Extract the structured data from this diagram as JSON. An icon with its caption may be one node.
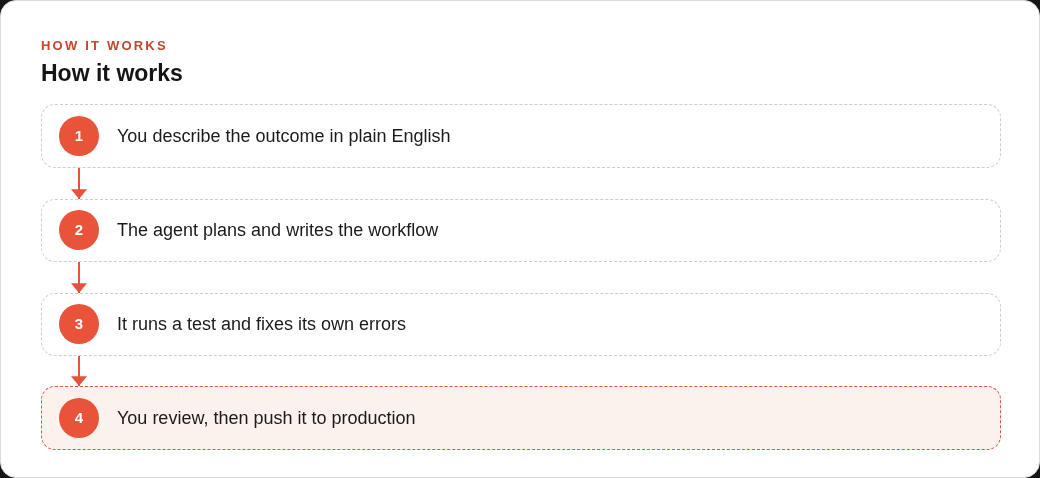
{
  "diagram": {
    "title": "How it works",
    "nodes": [
      {
        "text": [
          "1",
          "You describe the outcome in plain English"
        ]
      },
      {
        "text": [
          "2",
          "The agent plans and writes the workflow"
        ]
      },
      {
        "text": [
          "3",
          "It runs a test and fixes its own errors"
        ]
      },
      {
        "text": [
          "4",
          "You review, then push it to production"
        ]
      }
    ],
    "edges": [
      {
        "from": 0,
        "to": 1,
        "arrow": "to"
      },
      {
        "from": 1,
        "to": 2,
        "arrow": "to"
      },
      {
        "from": 2,
        "to": 3,
        "arrow": "to"
      }
    ],
    "labels": [
      "HOW IT WORKS"
    ]
  }
}
